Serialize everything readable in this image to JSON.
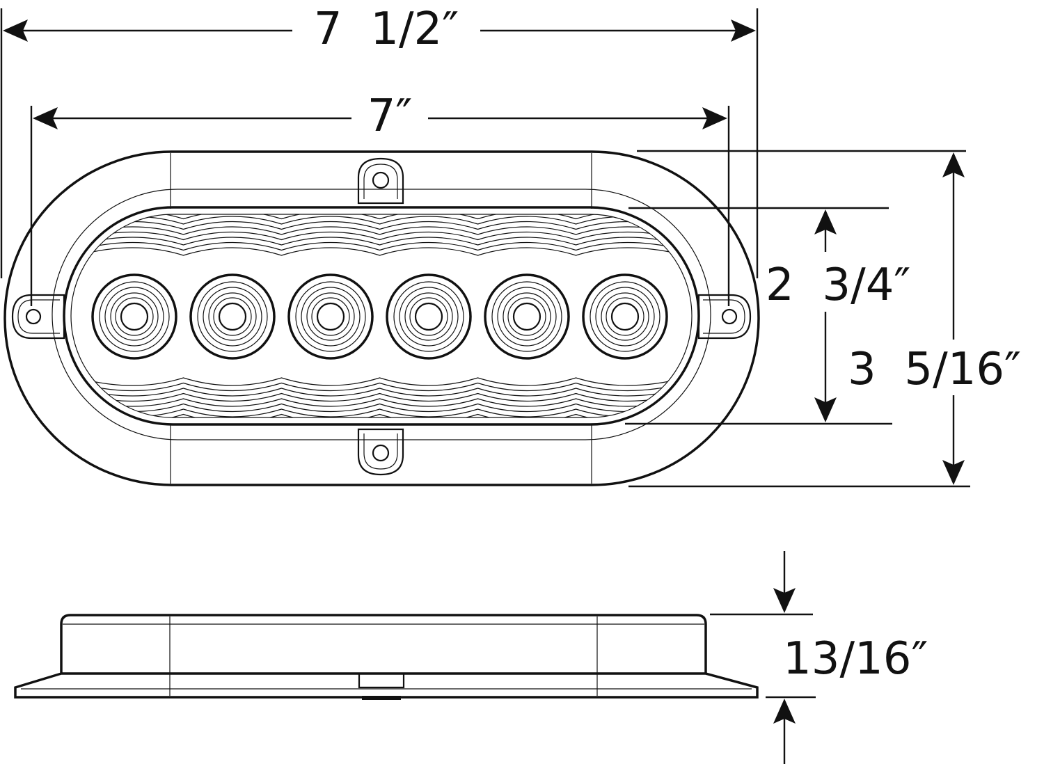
{
  "diagram": {
    "colors": {
      "line": "#111111",
      "background": "#ffffff"
    },
    "dimensions": {
      "overall_width": "7  1/2″",
      "lens_width": "7″",
      "lens_height": "2  3/4″",
      "overall_height": "3  5/16″",
      "depth": "13/16″"
    },
    "led_count": 6
  }
}
